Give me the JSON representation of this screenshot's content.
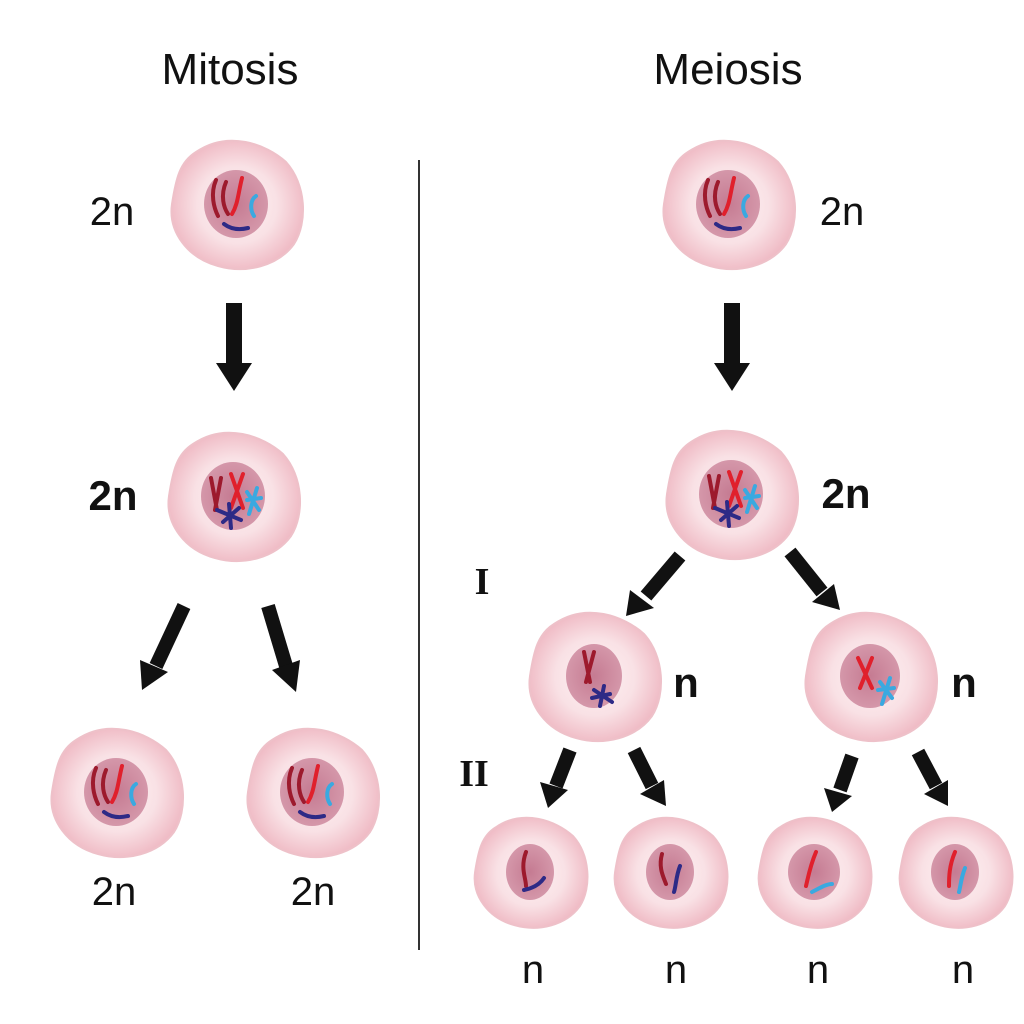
{
  "titles": {
    "mitosis": "Mitosis",
    "meiosis": "Meiosis"
  },
  "labels": {
    "mitosis_parent": "2n",
    "mitosis_replicated": "2n",
    "mitosis_daughter_left": "2n",
    "mitosis_daughter_right": "2n",
    "meiosis_parent": "2n",
    "meiosis_replicated": "2n",
    "meiosis_i_left": "n",
    "meiosis_i_right": "n",
    "meiosis_ii_1": "n",
    "meiosis_ii_2": "n",
    "meiosis_ii_3": "n",
    "meiosis_ii_4": "n"
  },
  "stages": {
    "division_one": "I",
    "division_two": "II"
  },
  "colors": {
    "cell_fill": "#f7d3d8",
    "cell_edge": "#e7a9b4",
    "nucleus": "#c98599",
    "chromosome_dark_red": "#9d1a2d",
    "chromosome_red": "#e0202c",
    "chromosome_navy": "#2d2a86",
    "chromosome_light_blue": "#3aa9e0",
    "arrow": "#111111",
    "divider": "#333333"
  }
}
